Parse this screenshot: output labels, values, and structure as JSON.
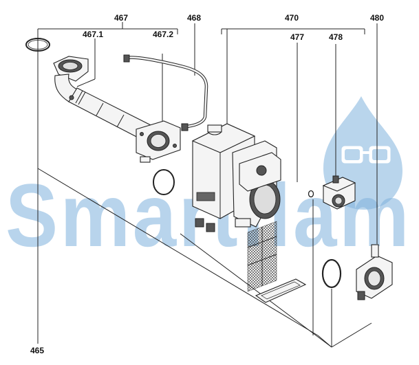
{
  "labels": {
    "l467": "467",
    "l467_1": "467.1",
    "l467_2": "467.2",
    "l468": "468",
    "l470": "470",
    "l477": "477",
    "l478": "478",
    "l480": "480",
    "l465": "465"
  },
  "watermark": {
    "text": "Smartflam",
    "color": "#7fb2dd"
  }
}
